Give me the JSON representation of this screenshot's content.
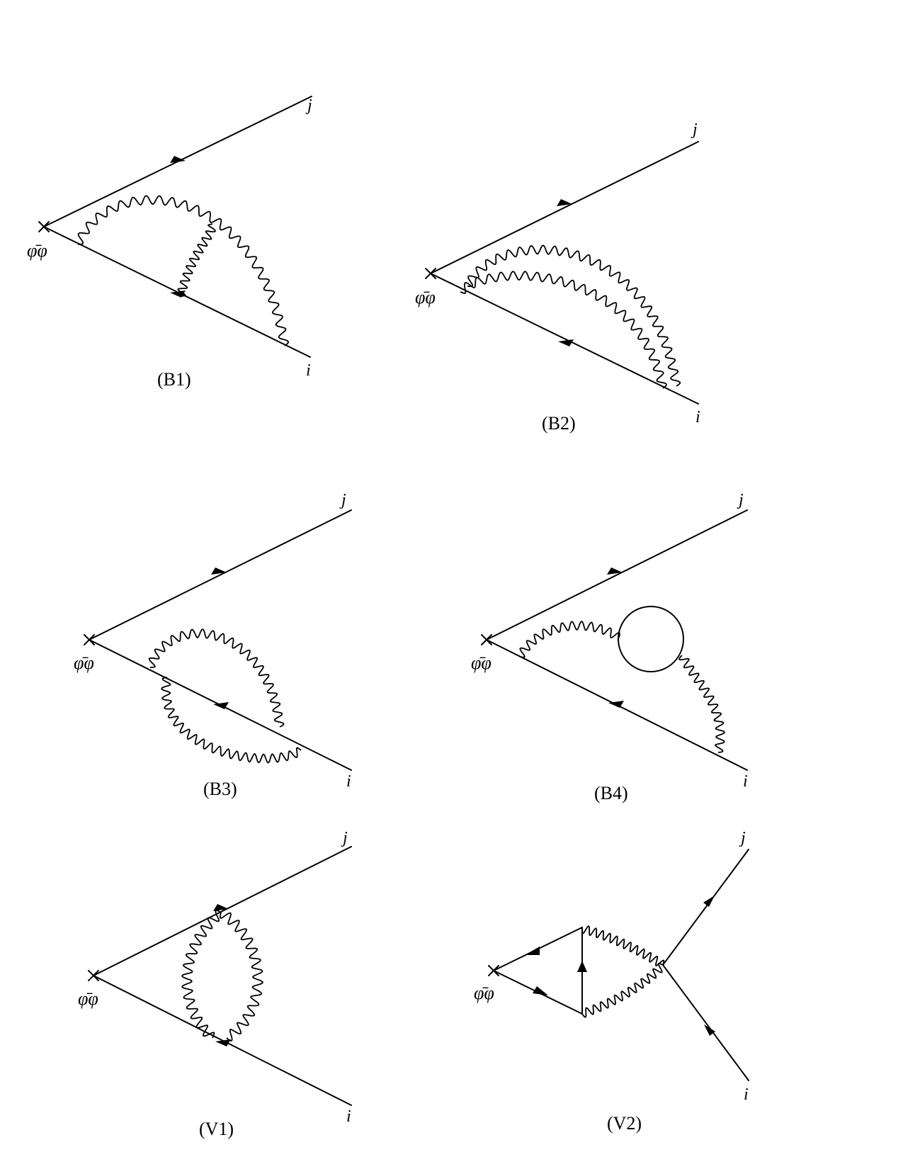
{
  "vertex_label": "φ̄φ",
  "diagrams": [
    {
      "id": "B1",
      "caption": "(B1)",
      "label_j": "j",
      "label_i": "i"
    },
    {
      "id": "B2",
      "caption": "(B2)",
      "label_j": "j",
      "label_i": "i"
    },
    {
      "id": "B3",
      "caption": "(B3)",
      "label_j": "j",
      "label_i": "i"
    },
    {
      "id": "B4",
      "caption": "(B4)",
      "label_j": "j",
      "label_i": "i"
    },
    {
      "id": "V1",
      "caption": "(V1)",
      "label_j": "j",
      "label_i": "i"
    },
    {
      "id": "V2",
      "caption": "(V2)",
      "label_j": "j",
      "label_i": "i"
    }
  ]
}
